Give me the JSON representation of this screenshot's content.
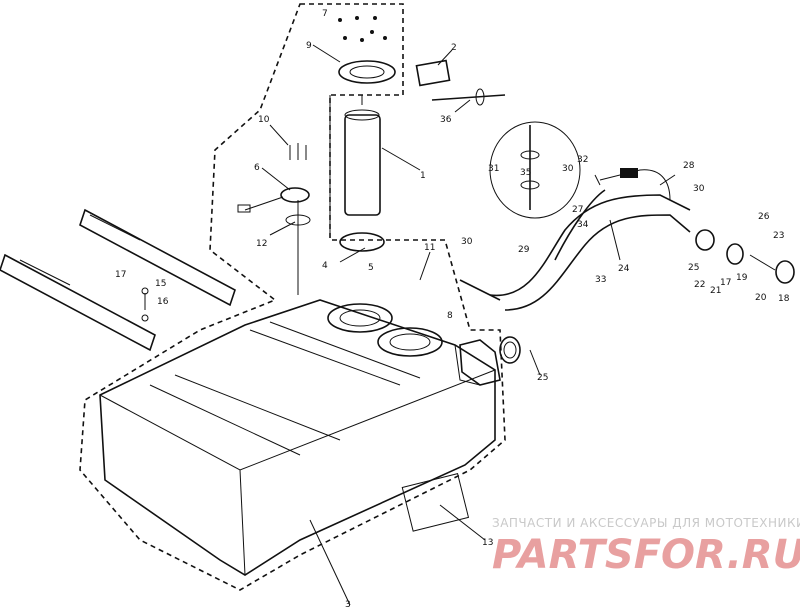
{
  "diagram": {
    "callouts": [
      {
        "id": "c1",
        "text": "1"
      },
      {
        "id": "c2",
        "text": "2"
      },
      {
        "id": "c3",
        "text": "3"
      },
      {
        "id": "c4",
        "text": "4"
      },
      {
        "id": "c5",
        "text": "5"
      },
      {
        "id": "c6",
        "text": "6"
      },
      {
        "id": "c7",
        "text": "7"
      },
      {
        "id": "c8",
        "text": "8"
      },
      {
        "id": "c9",
        "text": "9"
      },
      {
        "id": "c10",
        "text": "10"
      },
      {
        "id": "c11",
        "text": "11"
      },
      {
        "id": "c12",
        "text": "12"
      },
      {
        "id": "c13",
        "text": "13"
      },
      {
        "id": "c15",
        "text": "15"
      },
      {
        "id": "c16",
        "text": "16"
      },
      {
        "id": "c17",
        "text": "17"
      },
      {
        "id": "c17b",
        "text": "17"
      },
      {
        "id": "c18",
        "text": "18"
      },
      {
        "id": "c19",
        "text": "19"
      },
      {
        "id": "c20",
        "text": "20"
      },
      {
        "id": "c21",
        "text": "21"
      },
      {
        "id": "c22",
        "text": "22"
      },
      {
        "id": "c23",
        "text": "23"
      },
      {
        "id": "c24",
        "text": "24"
      },
      {
        "id": "c25a",
        "text": "25"
      },
      {
        "id": "c25b",
        "text": "25"
      },
      {
        "id": "c26",
        "text": "26"
      },
      {
        "id": "c27",
        "text": "27"
      },
      {
        "id": "c28",
        "text": "28"
      },
      {
        "id": "c29",
        "text": "29"
      },
      {
        "id": "c30a",
        "text": "30"
      },
      {
        "id": "c30b",
        "text": "30"
      },
      {
        "id": "c30c",
        "text": "30"
      },
      {
        "id": "c31",
        "text": "31"
      },
      {
        "id": "c32",
        "text": "32"
      },
      {
        "id": "c33",
        "text": "33"
      },
      {
        "id": "c34",
        "text": "34"
      },
      {
        "id": "c35",
        "text": "35"
      },
      {
        "id": "c36",
        "text": "36"
      }
    ]
  },
  "watermark": {
    "tagline": "ЗАПЧАСТИ И АКСЕССУАРЫ ДЛЯ МОТОТЕХНИКИ",
    "brand": "PARTSFOR.RU"
  }
}
